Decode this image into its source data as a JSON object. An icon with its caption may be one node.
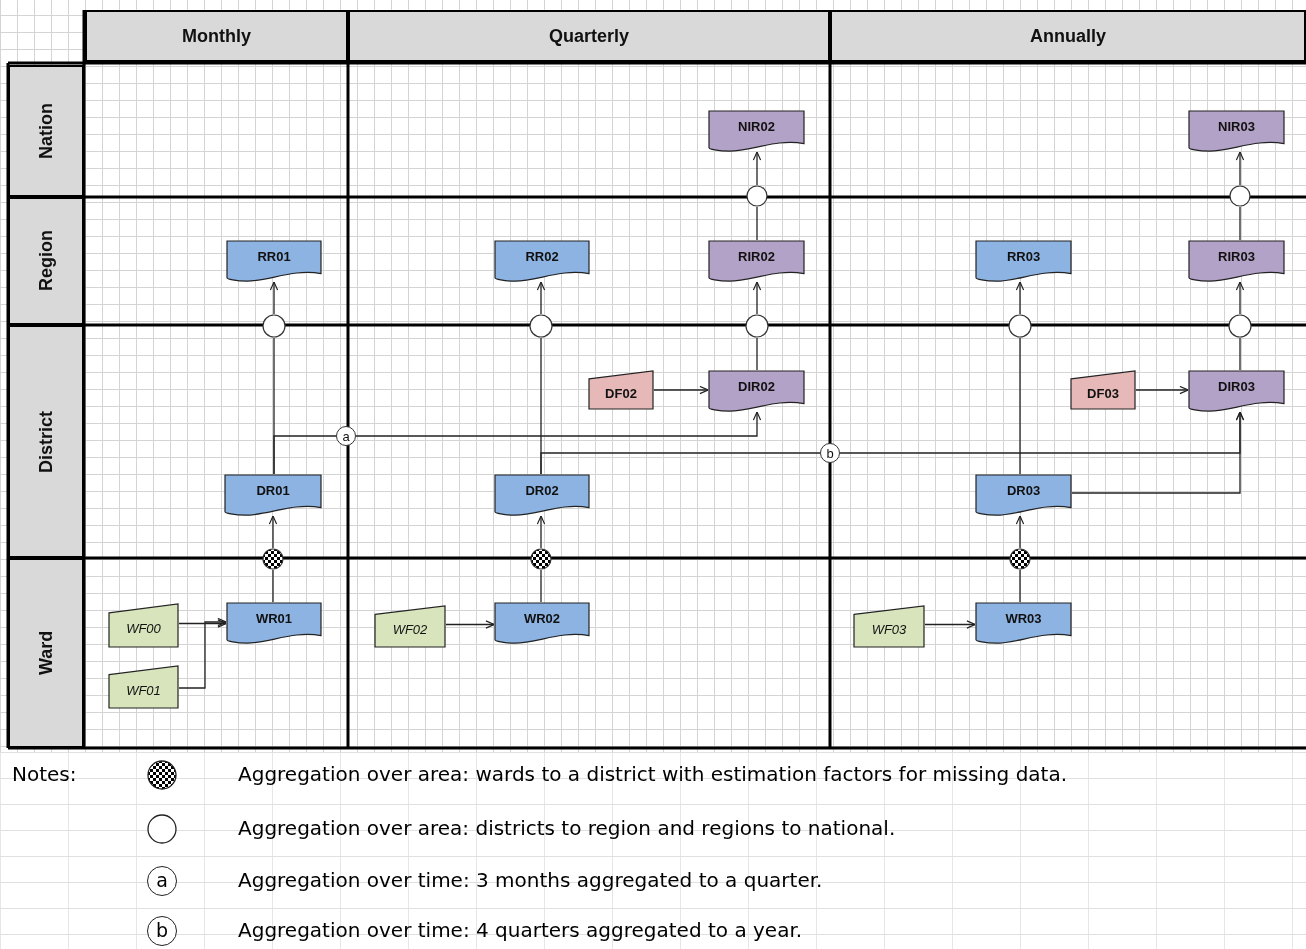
{
  "diagram": {
    "nodes": [
      {
        "text": [
          "Monthly"
        ]
      },
      {
        "text": [
          "Quarterly"
        ]
      },
      {
        "text": [
          "Annually"
        ]
      },
      {
        "text": [
          "Nation"
        ]
      },
      {
        "text": [
          "Region"
        ]
      },
      {
        "text": [
          "District"
        ]
      },
      {
        "text": [
          "Ward"
        ]
      },
      {
        "text": [
          "NIR02"
        ]
      },
      {
        "text": [
          "NIR03"
        ]
      },
      {
        "text": [],
        "shape": "circle"
      },
      {
        "text": [],
        "shape": "circle"
      },
      {
        "text": [
          "RR01"
        ]
      },
      {
        "text": [
          "RR02"
        ]
      },
      {
        "text": [
          "RIR02"
        ]
      },
      {
        "text": [
          "RR03"
        ]
      },
      {
        "text": [
          "RIR03"
        ]
      },
      {
        "text": [],
        "shape": "circle"
      },
      {
        "text": [],
        "shape": "circle"
      },
      {
        "text": [],
        "shape": "circle"
      },
      {
        "text": [],
        "shape": "circle"
      },
      {
        "text": [],
        "shape": "circle"
      },
      {
        "text": [
          "DF02"
        ]
      },
      {
        "text": [
          "DIR02"
        ]
      },
      {
        "text": [
          "DF03"
        ]
      },
      {
        "text": [
          "DIR03"
        ]
      },
      {
        "text": [
          "a"
        ]
      },
      {
        "text": [
          "b"
        ]
      },
      {
        "text": [
          "DR01"
        ]
      },
      {
        "text": [
          "DR02"
        ]
      },
      {
        "text": [
          "DR03"
        ]
      },
      {
        "text": [],
        "shape": "circle"
      },
      {
        "text": [],
        "shape": "circle"
      },
      {
        "text": [],
        "shape": "circle"
      },
      {
        "text": [
          "WF00"
        ]
      },
      {
        "text": [
          "WR01"
        ]
      },
      {
        "text": [
          "WF02"
        ]
      },
      {
        "text": [
          "WR02"
        ]
      },
      {
        "text": [
          "WF03"
        ]
      },
      {
        "text": [
          "WR03"
        ]
      },
      {
        "text": [
          "WF01"
        ]
      }
    ],
    "edges": [
      {
        "from": 33,
        "to": 34,
        "arrow": "to"
      },
      {
        "from": 39,
        "to": 34,
        "arrow": "to"
      },
      {
        "from": 34,
        "to": 30,
        "arrow": "none"
      },
      {
        "from": 30,
        "to": 27,
        "arrow": "to"
      },
      {
        "from": 27,
        "to": 16,
        "arrow": "none"
      },
      {
        "from": 16,
        "to": 11,
        "arrow": "to"
      },
      {
        "from": 27,
        "to": 25,
        "arrow": "none"
      },
      {
        "from": 25,
        "to": 22,
        "arrow": "to"
      },
      {
        "from": 35,
        "to": 36,
        "arrow": "to"
      },
      {
        "from": 36,
        "to": 31,
        "arrow": "none"
      },
      {
        "from": 31,
        "to": 28,
        "arrow": "to"
      },
      {
        "from": 28,
        "to": 17,
        "arrow": "none"
      },
      {
        "from": 17,
        "to": 12,
        "arrow": "to"
      },
      {
        "from": 28,
        "to": 26,
        "arrow": "none"
      },
      {
        "from": 26,
        "to": 24,
        "arrow": "to"
      },
      {
        "from": 21,
        "to": 22,
        "arrow": "to"
      },
      {
        "from": 22,
        "to": 18,
        "arrow": "none"
      },
      {
        "from": 18,
        "to": 13,
        "arrow": "to"
      },
      {
        "from": 13,
        "to": 9,
        "arrow": "none"
      },
      {
        "from": 9,
        "to": 7,
        "arrow": "to"
      },
      {
        "from": 37,
        "to": 38,
        "arrow": "to"
      },
      {
        "from": 38,
        "to": 32,
        "arrow": "none"
      },
      {
        "from": 32,
        "to": 29,
        "arrow": "to"
      },
      {
        "from": 29,
        "to": 19,
        "arrow": "none"
      },
      {
        "from": 19,
        "to": 14,
        "arrow": "to"
      },
      {
        "from": 29,
        "to": 24,
        "arrow": "to"
      },
      {
        "from": 23,
        "to": 24,
        "arrow": "to"
      },
      {
        "from": 24,
        "to": 20,
        "arrow": "none"
      },
      {
        "from": 20,
        "to": 15,
        "arrow": "to"
      },
      {
        "from": 15,
        "to": 10,
        "arrow": "none"
      },
      {
        "from": 10,
        "to": 8,
        "arrow": "to"
      }
    ],
    "labels": [
      "Notes:",
      "a",
      "b"
    ],
    "legend": [
      {
        "text": "Aggregation over area: wards to a district with estimation factors for missing data."
      },
      {
        "text": "Aggregation over area: districts to region and regions to national."
      },
      {
        "text": "Aggregation over time: 3 months aggregated to a quarter."
      },
      {
        "text": "Aggregation over time: 4 quarters aggregated to a year."
      }
    ]
  }
}
